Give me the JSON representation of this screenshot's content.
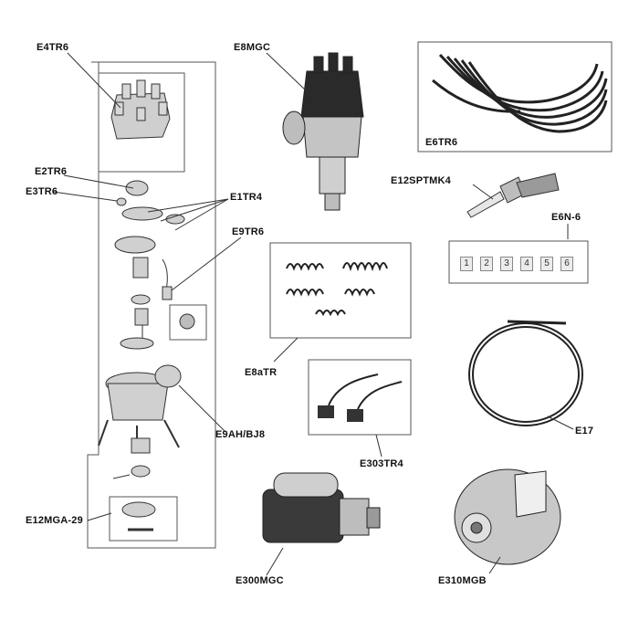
{
  "parts": [
    {
      "id": "E4TR6"
    },
    {
      "id": "E8MGC"
    },
    {
      "id": "E6TR6"
    },
    {
      "id": "E2TR6"
    },
    {
      "id": "E3TR6"
    },
    {
      "id": "E1TR4"
    },
    {
      "id": "E12SPTMK4"
    },
    {
      "id": "E6N-6"
    },
    {
      "id": "E9TR6"
    },
    {
      "id": "E8aTR"
    },
    {
      "id": "E17"
    },
    {
      "id": "E9AH/BJ8"
    },
    {
      "id": "E303TR4"
    },
    {
      "id": "E12MGA-29"
    },
    {
      "id": "E300MGC"
    },
    {
      "id": "E310MGB"
    }
  ],
  "insulator_numbers": [
    "1",
    "2",
    "3",
    "4",
    "5",
    "6"
  ],
  "colors": {
    "ink": "#111111",
    "body": "#bdbdbd",
    "dark": "#2a2a2a",
    "line": "#444444"
  }
}
